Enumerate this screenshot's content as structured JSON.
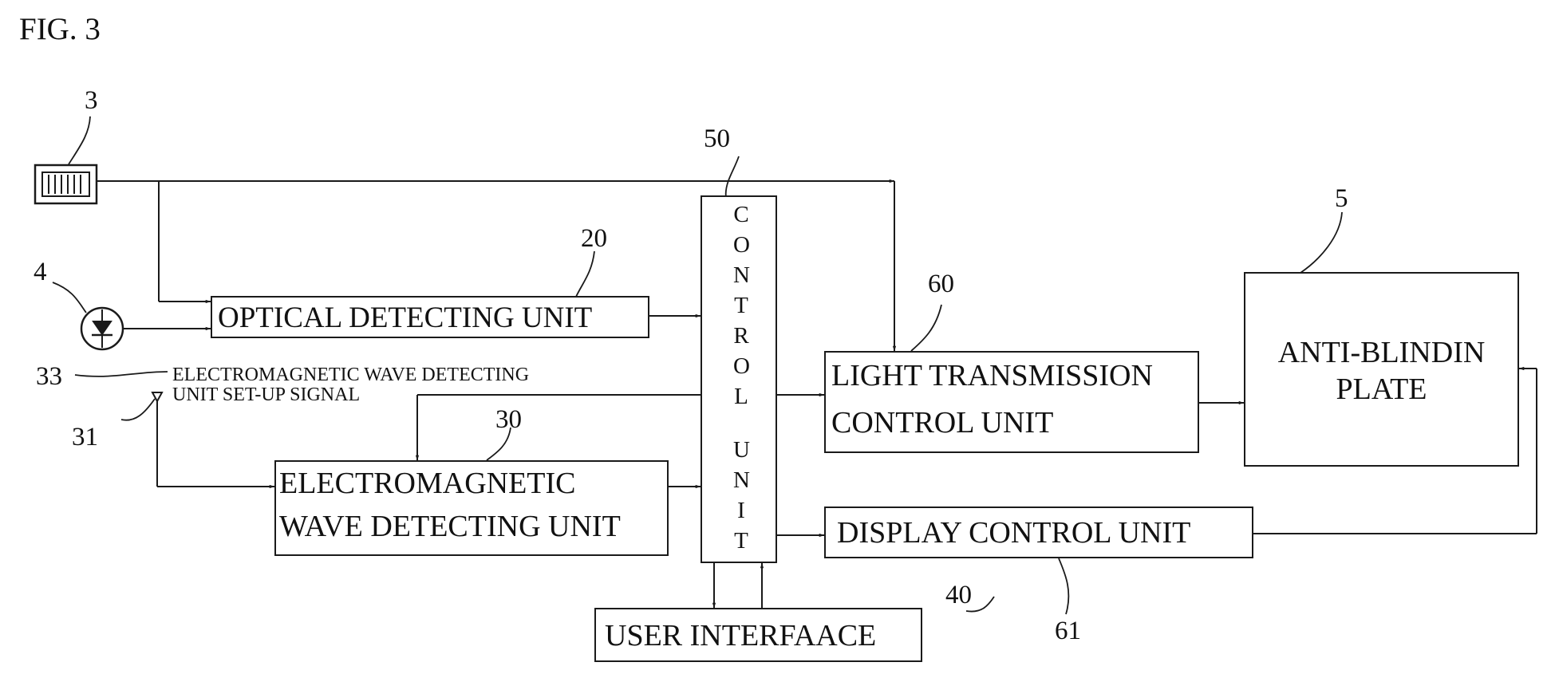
{
  "figure_title": "FIG. 3",
  "refs": {
    "sensor": "3",
    "photodiode": "4",
    "anti_blinding_plate": "5",
    "optical_detecting_unit": "20",
    "em_wave_detecting_unit": "30",
    "antenna": "31",
    "setup_signal": "33",
    "user_interface": "40",
    "control_unit": "50",
    "light_transmission_control_unit": "60",
    "display_control_unit": "61"
  },
  "blocks": {
    "optical_detecting_unit": "OPTICAL DETECTING UNIT",
    "em_wave_line1": "ELECTROMAGNETIC",
    "em_wave_line2": "WAVE DETECTING UNIT",
    "control_unit_chars": [
      "C",
      "O",
      "N",
      "T",
      "R",
      "O",
      "L",
      "U",
      "N",
      "I",
      "T"
    ],
    "light_transmission_line1": "LIGHT TRANSMISSION",
    "light_transmission_line2": "CONTROL UNIT",
    "anti_blinding_line1": "ANTI-BLINDIN",
    "anti_blinding_line2": "PLATE",
    "display_control_unit": "DISPLAY CONTROL UNIT",
    "user_interface": "USER INTERFAACE"
  },
  "setup_signal_line1": "ELECTROMAGNETIC WAVE DETECTING",
  "setup_signal_line2": "UNIT SET-UP SIGNAL"
}
